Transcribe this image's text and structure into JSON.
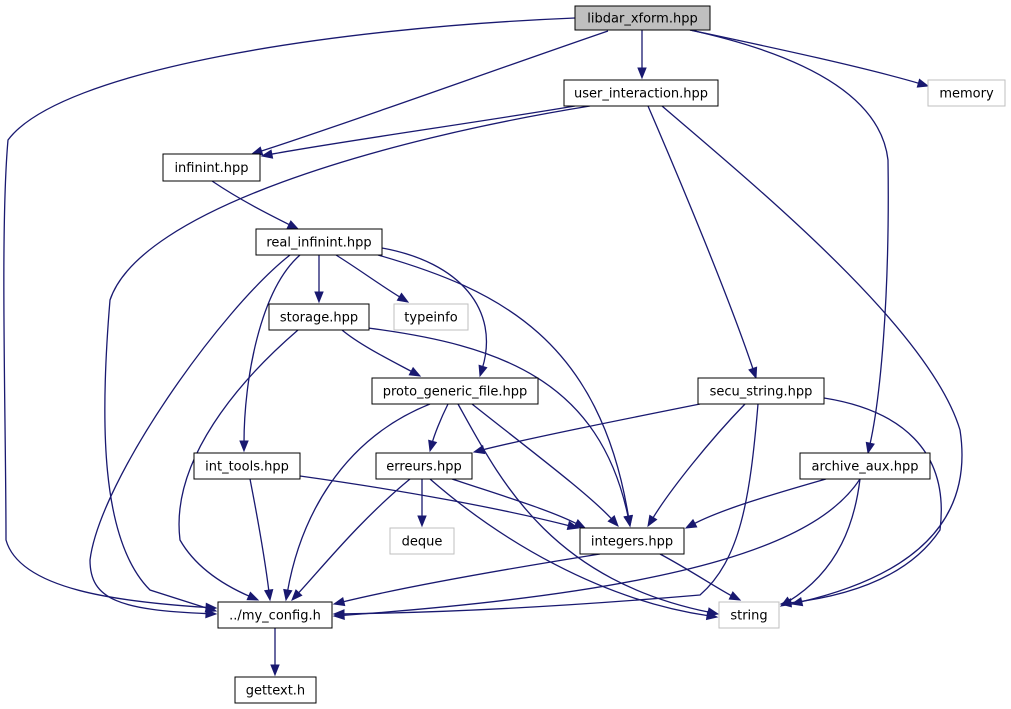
{
  "colors": {
    "edge": "#191970",
    "root_fill": "#bfbfbf",
    "node_stroke": "#000000",
    "external_stroke": "#bfbfbf",
    "text": "#000000",
    "background": "#ffffff"
  },
  "nodes": [
    {
      "id": "libdar_xform",
      "label": "libdar_xform.hpp",
      "kind": "root"
    },
    {
      "id": "user_interaction",
      "label": "user_interaction.hpp",
      "kind": "header"
    },
    {
      "id": "memory",
      "label": "memory",
      "kind": "external"
    },
    {
      "id": "infinint",
      "label": "infinint.hpp",
      "kind": "header"
    },
    {
      "id": "real_infinint",
      "label": "real_infinint.hpp",
      "kind": "header"
    },
    {
      "id": "storage",
      "label": "storage.hpp",
      "kind": "header"
    },
    {
      "id": "typeinfo",
      "label": "typeinfo",
      "kind": "external"
    },
    {
      "id": "proto_generic_file",
      "label": "proto_generic_file.hpp",
      "kind": "header"
    },
    {
      "id": "secu_string",
      "label": "secu_string.hpp",
      "kind": "header"
    },
    {
      "id": "int_tools",
      "label": "int_tools.hpp",
      "kind": "header"
    },
    {
      "id": "erreurs",
      "label": "erreurs.hpp",
      "kind": "header"
    },
    {
      "id": "archive_aux",
      "label": "archive_aux.hpp",
      "kind": "header"
    },
    {
      "id": "deque",
      "label": "deque",
      "kind": "external"
    },
    {
      "id": "integers",
      "label": "integers.hpp",
      "kind": "header"
    },
    {
      "id": "my_config",
      "label": "../my_config.h",
      "kind": "header"
    },
    {
      "id": "string",
      "label": "string",
      "kind": "external"
    },
    {
      "id": "gettext",
      "label": "gettext.h",
      "kind": "header"
    }
  ],
  "edges": [
    {
      "from": "libdar_xform",
      "to": "user_interaction"
    },
    {
      "from": "libdar_xform",
      "to": "memory"
    },
    {
      "from": "libdar_xform",
      "to": "infinint"
    },
    {
      "from": "libdar_xform",
      "to": "my_config"
    },
    {
      "from": "libdar_xform",
      "to": "archive_aux"
    },
    {
      "from": "user_interaction",
      "to": "infinint"
    },
    {
      "from": "user_interaction",
      "to": "my_config"
    },
    {
      "from": "user_interaction",
      "to": "secu_string"
    },
    {
      "from": "user_interaction",
      "to": "string"
    },
    {
      "from": "infinint",
      "to": "real_infinint"
    },
    {
      "from": "real_infinint",
      "to": "storage"
    },
    {
      "from": "real_infinint",
      "to": "typeinfo"
    },
    {
      "from": "real_infinint",
      "to": "proto_generic_file"
    },
    {
      "from": "real_infinint",
      "to": "integers"
    },
    {
      "from": "real_infinint",
      "to": "int_tools"
    },
    {
      "from": "real_infinint",
      "to": "my_config"
    },
    {
      "from": "storage",
      "to": "proto_generic_file"
    },
    {
      "from": "storage",
      "to": "integers"
    },
    {
      "from": "storage",
      "to": "my_config"
    },
    {
      "from": "proto_generic_file",
      "to": "erreurs"
    },
    {
      "from": "proto_generic_file",
      "to": "integers"
    },
    {
      "from": "proto_generic_file",
      "to": "my_config"
    },
    {
      "from": "proto_generic_file",
      "to": "string"
    },
    {
      "from": "secu_string",
      "to": "erreurs"
    },
    {
      "from": "secu_string",
      "to": "integers"
    },
    {
      "from": "secu_string",
      "to": "my_config"
    },
    {
      "from": "secu_string",
      "to": "string"
    },
    {
      "from": "int_tools",
      "to": "integers"
    },
    {
      "from": "int_tools",
      "to": "my_config"
    },
    {
      "from": "erreurs",
      "to": "deque"
    },
    {
      "from": "erreurs",
      "to": "integers"
    },
    {
      "from": "erreurs",
      "to": "my_config"
    },
    {
      "from": "erreurs",
      "to": "string"
    },
    {
      "from": "archive_aux",
      "to": "integers"
    },
    {
      "from": "archive_aux",
      "to": "my_config"
    },
    {
      "from": "archive_aux",
      "to": "string"
    },
    {
      "from": "integers",
      "to": "my_config"
    },
    {
      "from": "integers",
      "to": "string"
    },
    {
      "from": "my_config",
      "to": "gettext"
    }
  ]
}
